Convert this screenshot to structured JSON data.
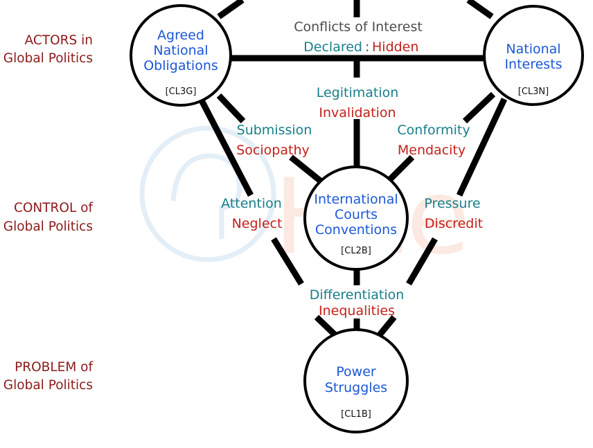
{
  "colors": {
    "side_label": "#8b1a1a",
    "node_label": "#1a57d6",
    "positive": "#177e8a",
    "negative": "#c4201b",
    "neutral": "#4d4d4d",
    "code": "#111111"
  },
  "side_labels": {
    "actors": [
      "ACTORS in",
      "Global Politics"
    ],
    "control": [
      "CONTROL of",
      "Global Politics"
    ],
    "problem": [
      "PROBLEM of",
      "Global Politics"
    ]
  },
  "nodes": {
    "agreed_obligations": {
      "lines": [
        "Agreed",
        "National",
        "Obligations"
      ],
      "code": "[CL3G]"
    },
    "national_interests": {
      "lines": [
        "National",
        "Interests"
      ],
      "code": "[CL3N]"
    },
    "international_courts": {
      "lines": [
        "International",
        "Courts",
        "Conventions"
      ],
      "code": "[CL2B]"
    },
    "power_struggles": {
      "lines": [
        "Power",
        "Struggles"
      ],
      "code": "[CL1B]"
    }
  },
  "edge_labels": {
    "top_title": "Conflicts of Interest",
    "top_positive": "Declared",
    "top_separator": ":",
    "top_negative": "Hidden",
    "center_positive": "Legitimation",
    "center_negative": "Invalidation",
    "left_inner_positive": "Submission",
    "left_inner_negative": "Sociopathy",
    "right_inner_positive": "Conformity",
    "right_inner_negative": "Mendacity",
    "left_outer_positive": "Attention",
    "left_outer_negative": "Neglect",
    "right_outer_positive": "Pressure",
    "right_outer_negative": "Discredit",
    "bottom_positive": "Differentiation",
    "bottom_negative": "Inequalities"
  },
  "watermark": {
    "text": "Hze"
  }
}
